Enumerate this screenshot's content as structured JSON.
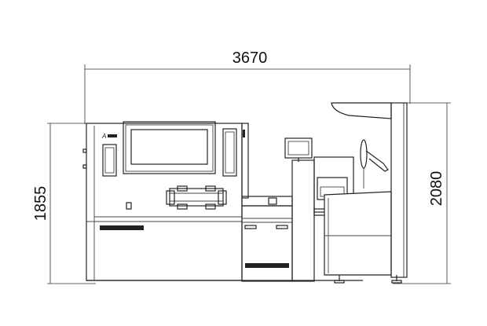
{
  "dimensions": {
    "width_label": "3670",
    "left_height_label": "1855",
    "right_height_label": "2080"
  },
  "brand_mark": "A"
}
